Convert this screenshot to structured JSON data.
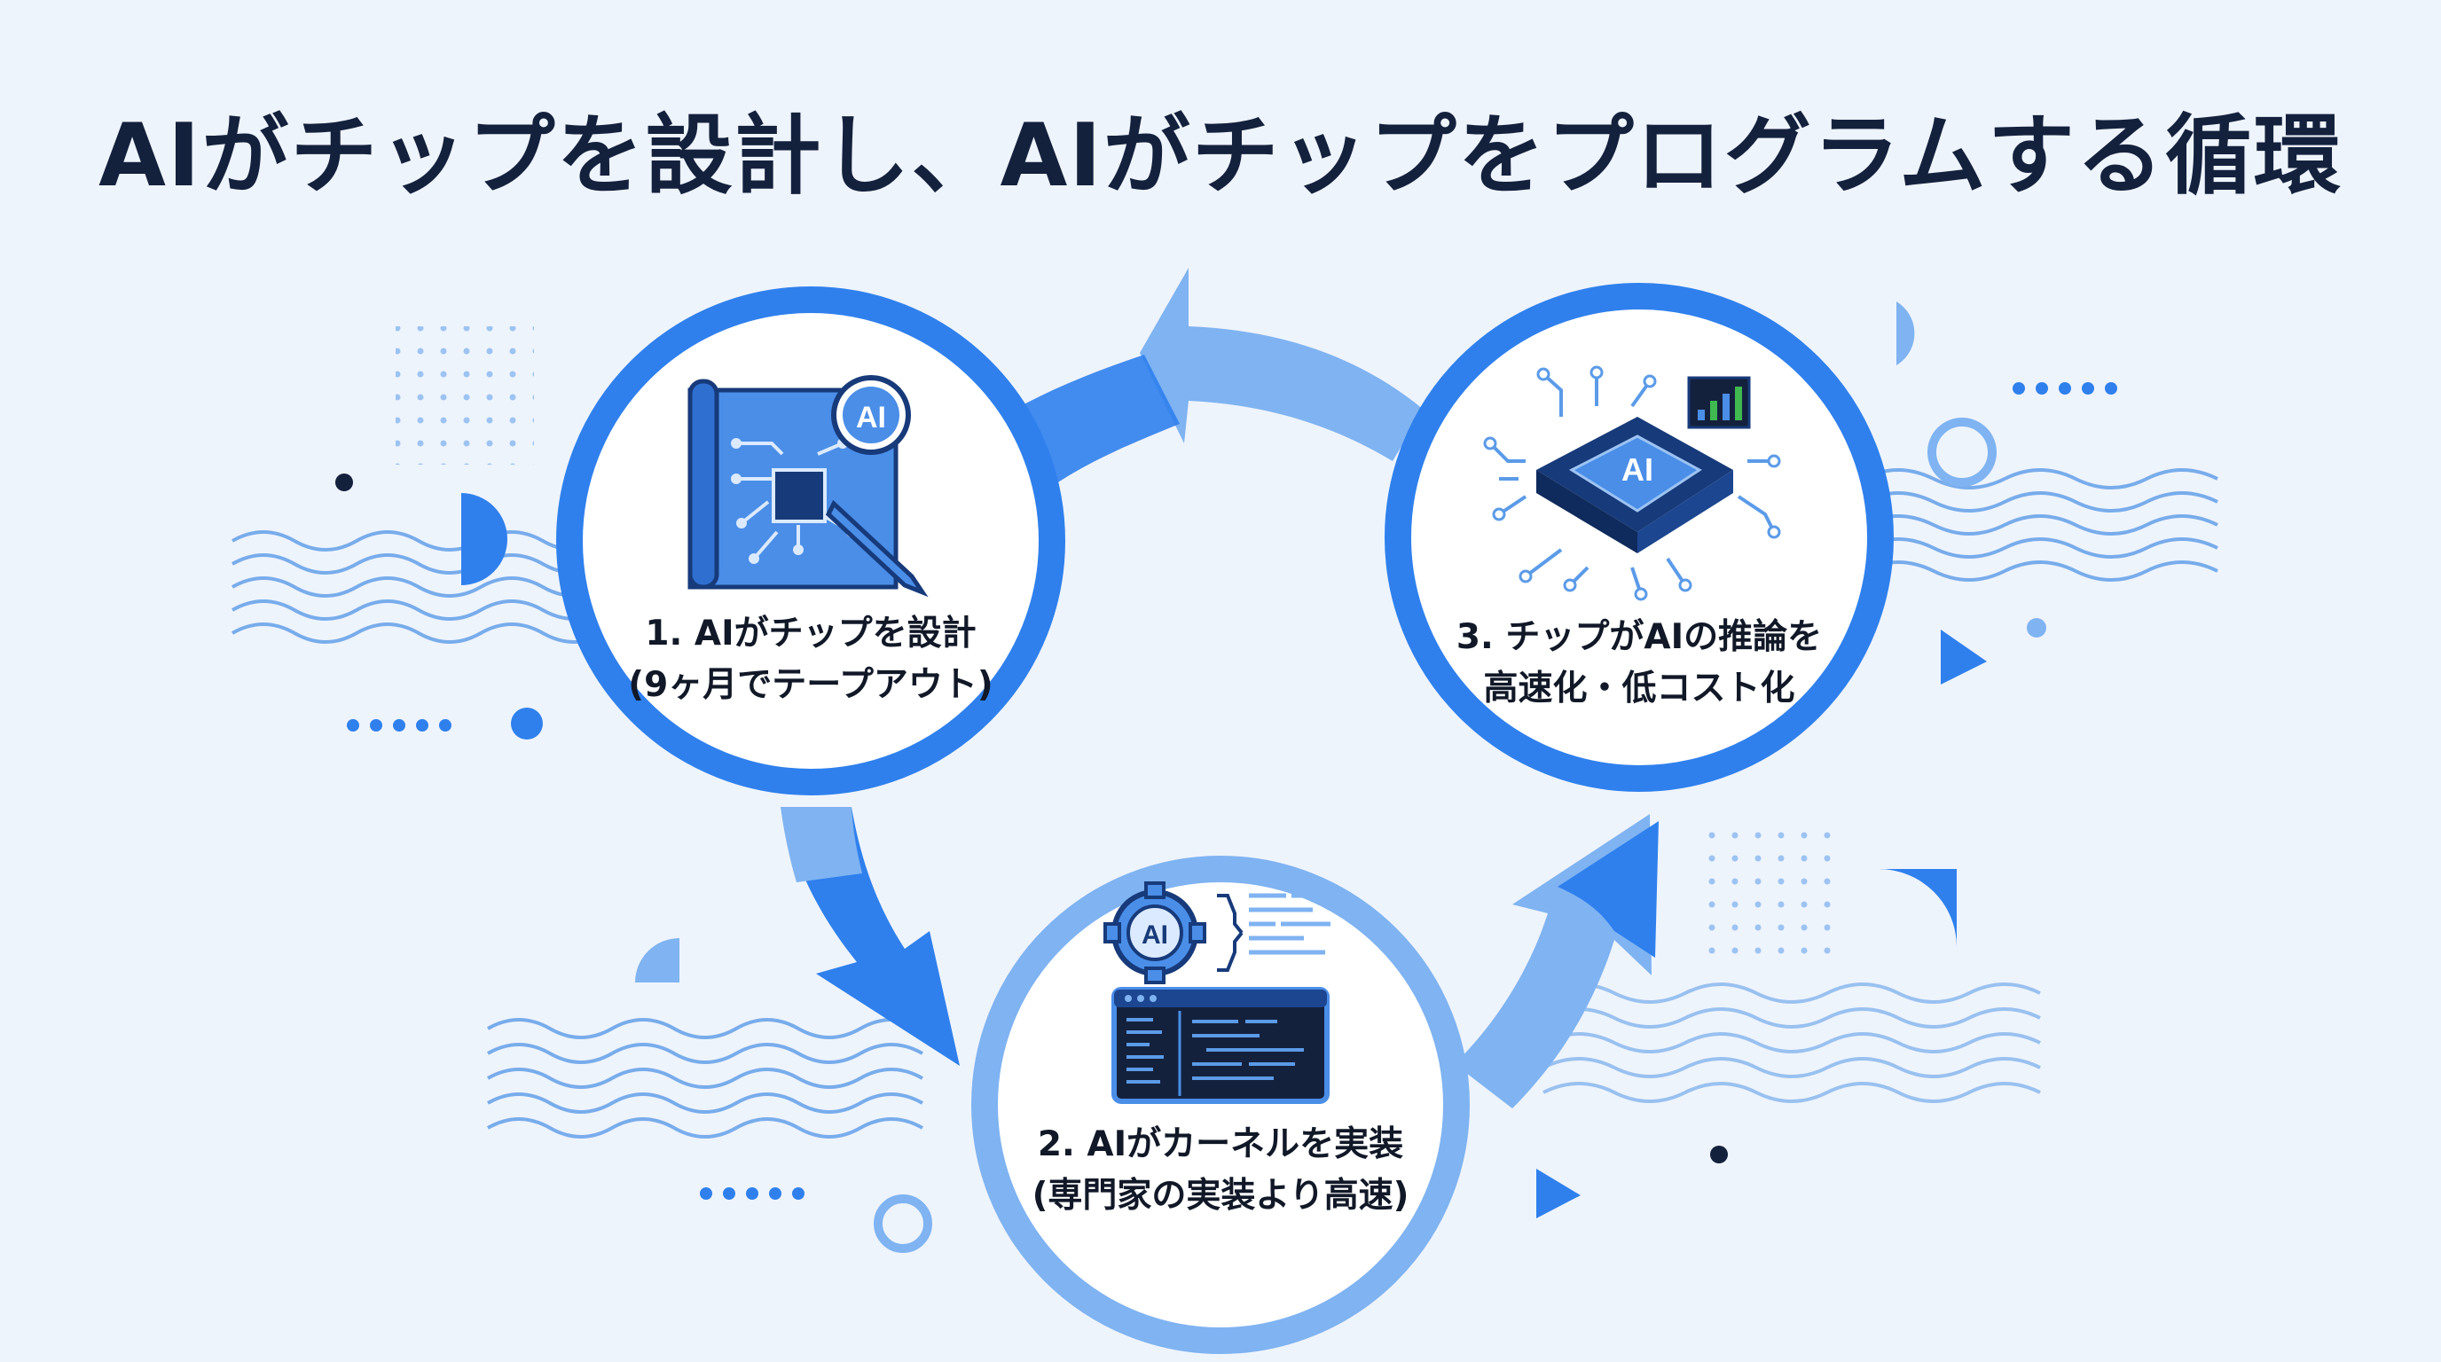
{
  "title": "AIがチップを設計し、AIがチップをプログラムする循環",
  "colors": {
    "accent": "#2f80ed",
    "light_accent": "#7fb3f2",
    "dark": "#14213d",
    "background": "#eef4fc"
  },
  "steps": [
    {
      "line1": "1. AIがチップを設計",
      "line2": "(9ヶ月でテープアウト)",
      "icon": "blueprint-chip-design-icon",
      "badge": "AI"
    },
    {
      "line1": "2. AIがカーネルを実装",
      "line2": "(専門家の実装より高速)",
      "icon": "code-terminal-icon",
      "badge": "AI"
    },
    {
      "line1": "3. チップがAIの推論を",
      "line2": "高速化・低コスト化",
      "icon": "ai-processor-chip-icon",
      "badge": "AI"
    }
  ]
}
